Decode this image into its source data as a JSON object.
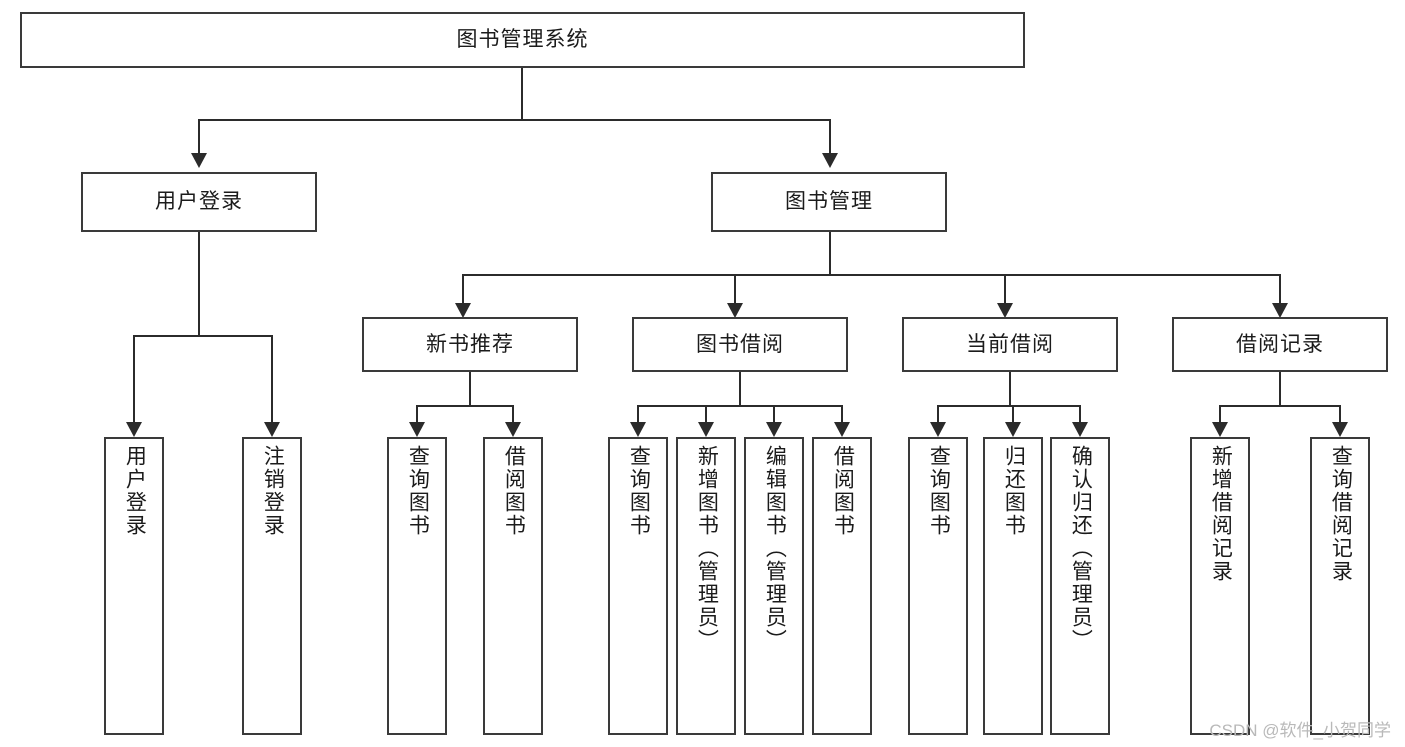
{
  "diagram": {
    "type": "tree-hierarchy",
    "title": "图书管理系统",
    "root": {
      "label": "图书管理系统"
    },
    "level2": [
      {
        "id": "user-login",
        "label": "用户登录"
      },
      {
        "id": "book-management",
        "label": "图书管理"
      }
    ],
    "level3": [
      {
        "id": "new-book-recommend",
        "label": "新书推荐"
      },
      {
        "id": "book-borrow",
        "label": "图书借阅"
      },
      {
        "id": "current-borrow",
        "label": "当前借阅"
      },
      {
        "id": "borrow-record",
        "label": "借阅记录"
      }
    ],
    "leaves": {
      "user_login": [
        {
          "id": "leaf-user-login",
          "label": "用户登录"
        },
        {
          "id": "leaf-logout-login",
          "label": "注销登录"
        }
      ],
      "new_book_recommend": [
        {
          "id": "leaf-query-book-1",
          "label": "查询图书"
        },
        {
          "id": "leaf-borrow-book-1",
          "label": "借阅图书"
        }
      ],
      "book_borrow": [
        {
          "id": "leaf-query-book-2",
          "label": "查询图书"
        },
        {
          "id": "leaf-add-book",
          "label": "新增图书（管理员）"
        },
        {
          "id": "leaf-edit-book",
          "label": "编辑图书（管理员）"
        },
        {
          "id": "leaf-borrow-book-2",
          "label": "借阅图书"
        }
      ],
      "current_borrow": [
        {
          "id": "leaf-query-book-3",
          "label": "查询图书"
        },
        {
          "id": "leaf-return-book",
          "label": "归还图书"
        },
        {
          "id": "leaf-confirm-return",
          "label": "确认归还（管理员）"
        }
      ],
      "borrow_record": [
        {
          "id": "leaf-add-record",
          "label": "新增借阅记录"
        },
        {
          "id": "leaf-query-record",
          "label": "查询借阅记录"
        }
      ]
    }
  },
  "watermark": {
    "text": "CSDN @软件_小贺同学"
  },
  "colors": {
    "box_border": "#3a3a3a",
    "connector": "#2b2b2b",
    "text": "#1b1b1b",
    "background": "#ffffff",
    "watermark": "#b9b9b9"
  }
}
